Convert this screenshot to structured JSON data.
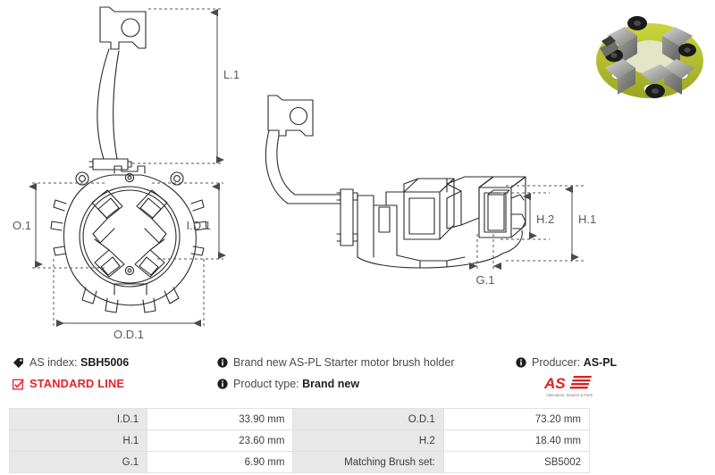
{
  "drawings": {
    "front_view": {
      "labels": {
        "outer_left": "O.1",
        "inner_right": "I.D.1",
        "bottom": "O.D.1"
      }
    },
    "top_view": {
      "labels": {
        "length": "L.1"
      }
    },
    "side_view": {
      "labels": {
        "height_total": "H.1",
        "height_partial": "H.2",
        "gap": "G.1"
      }
    }
  },
  "photo": {
    "alt_name": "starter-motor-brush-holder-photo",
    "body_color": "#b5c22b",
    "metal_color": "#a9aaa6",
    "rubber_color": "#1c1c1c"
  },
  "info": {
    "as_index": {
      "icon": "tag-icon",
      "label": "AS index:",
      "value": "SBH5006"
    },
    "standard_line": {
      "icon": "checkbox-checked-icon",
      "label": "STANDARD LINE",
      "color": "#e8202a"
    },
    "description": {
      "icon": "info-icon",
      "text": "Brand new AS-PL Starter motor brush holder"
    },
    "product_type": {
      "icon": "info-icon",
      "label": "Product type:",
      "value": "Brand new"
    },
    "producer": {
      "icon": "info-icon",
      "label": "Producer:",
      "value": "AS-PL"
    },
    "logo": {
      "mark": "AS",
      "tagline": "Alternators, Starters & Parts",
      "color": "#e02020"
    }
  },
  "spec_table": {
    "rows": [
      {
        "k1": "I.D.1",
        "v1": "33.90 mm",
        "k2": "O.D.1",
        "v2": "73.20 mm"
      },
      {
        "k1": "H.1",
        "v1": "23.60 mm",
        "k2": "H.2",
        "v2": "18.40 mm"
      },
      {
        "k1": "G.1",
        "v1": "6.90 mm",
        "k2": "Matching Brush set:",
        "v2": "SB5002"
      }
    ]
  }
}
